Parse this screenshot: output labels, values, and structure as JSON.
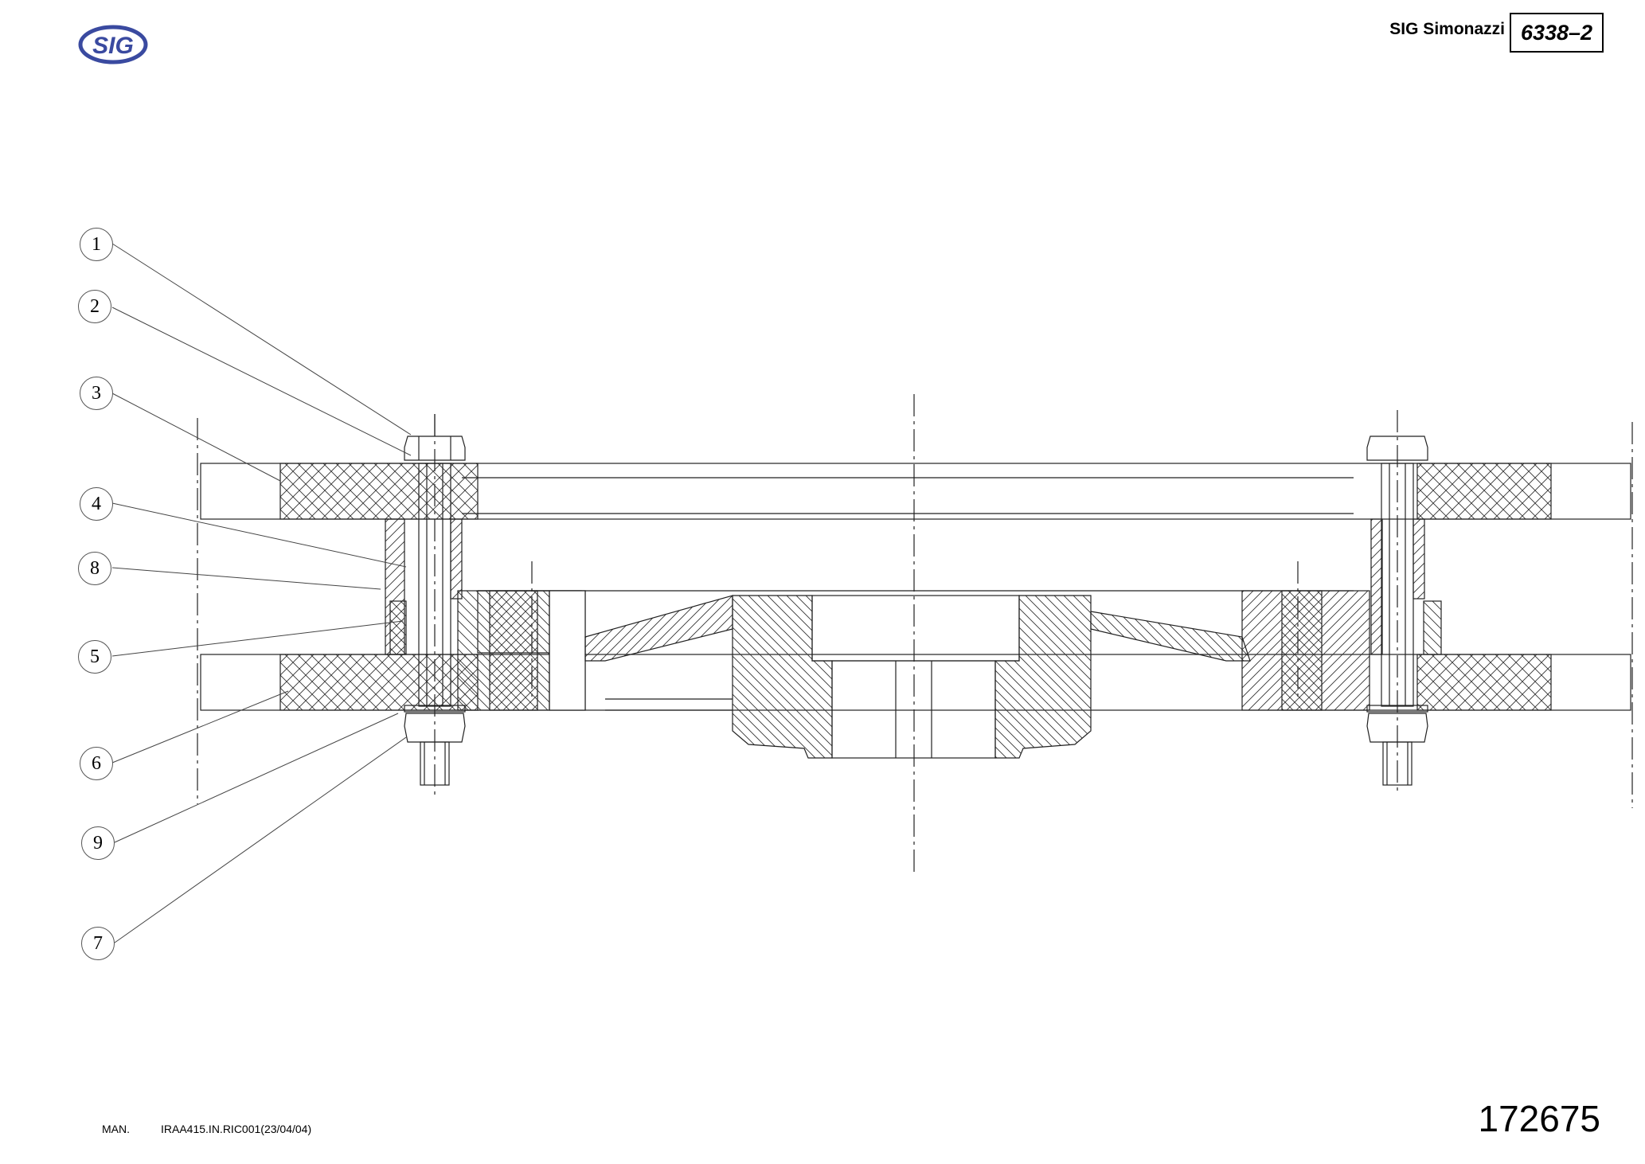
{
  "header": {
    "logo_text": "SIG",
    "brand": "SIG Simonazzi",
    "drawing_code": "6338–2"
  },
  "callouts": [
    {
      "number": "1"
    },
    {
      "number": "2"
    },
    {
      "number": "3"
    },
    {
      "number": "4"
    },
    {
      "number": "8"
    },
    {
      "number": "5"
    },
    {
      "number": "6"
    },
    {
      "number": "9"
    },
    {
      "number": "7"
    }
  ],
  "footer": {
    "man_label": "MAN.",
    "doc_ref": "IRAA415.IN.RIC001(23/04/04)",
    "page_number": "172675"
  }
}
